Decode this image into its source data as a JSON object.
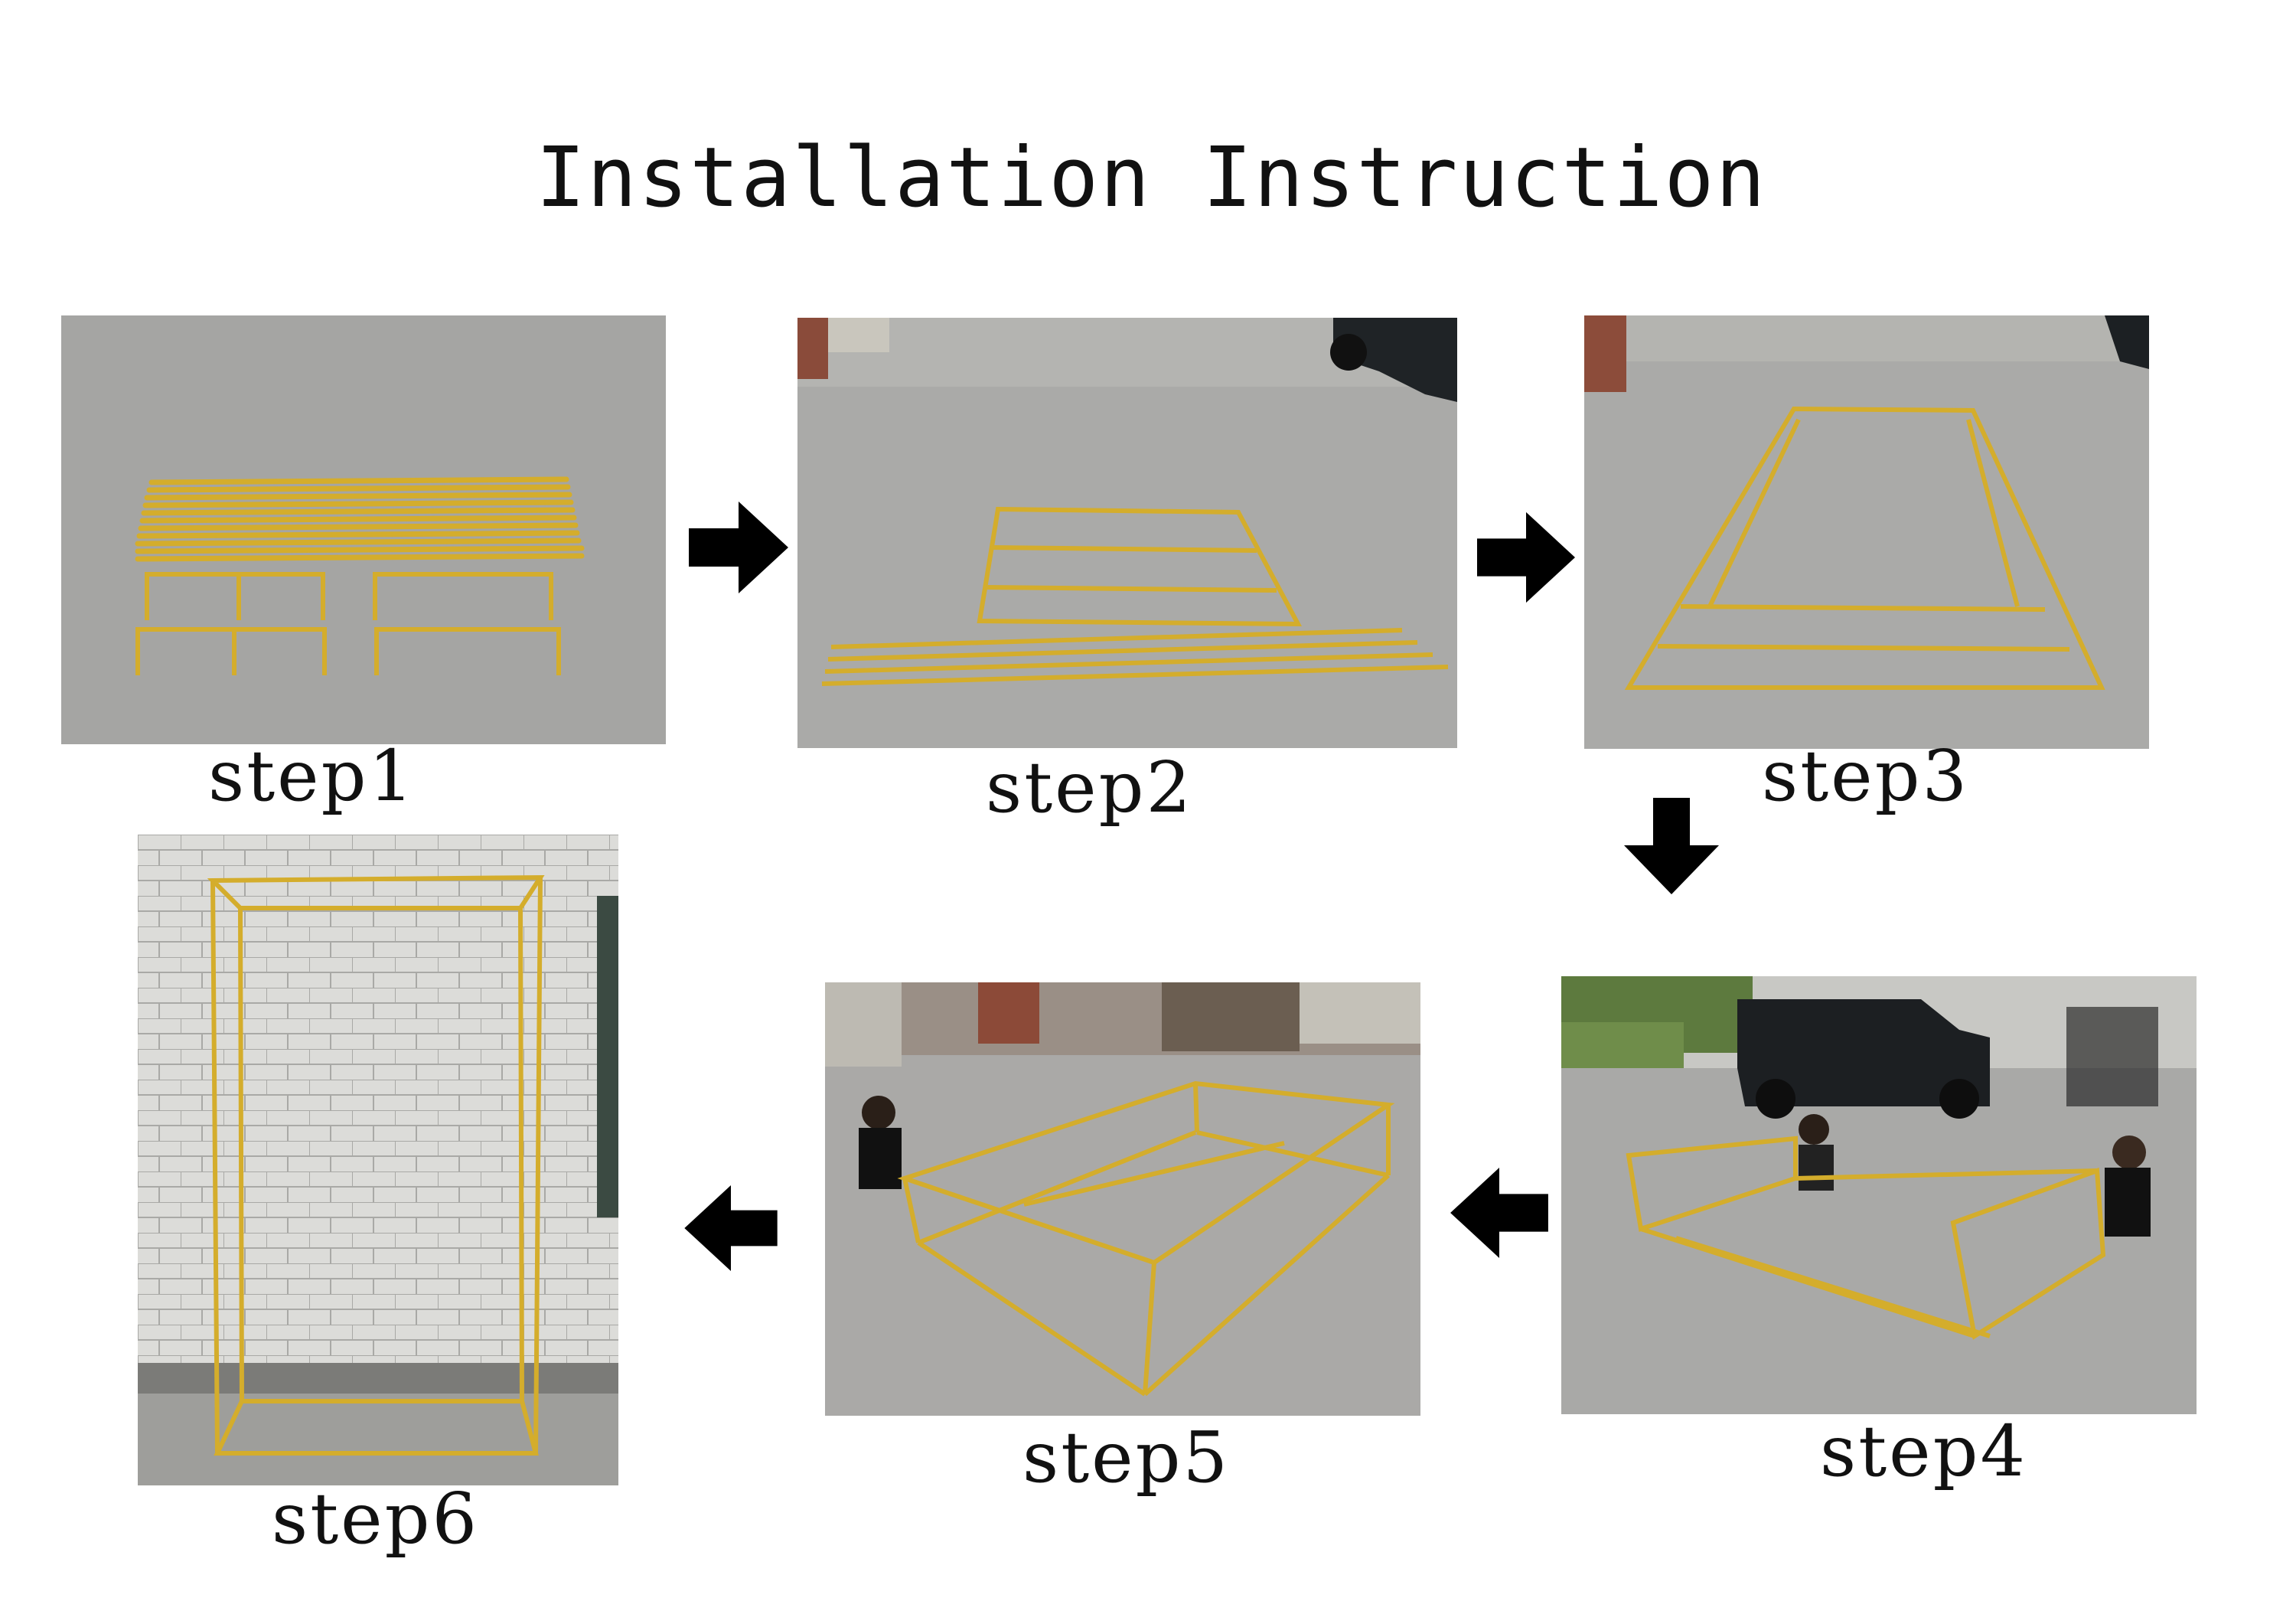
{
  "title": "Installation Instruction",
  "steps": [
    {
      "label": "step1"
    },
    {
      "label": "step2"
    },
    {
      "label": "step3"
    },
    {
      "label": "step4"
    },
    {
      "label": "step5"
    },
    {
      "label": "step6"
    }
  ],
  "colors": {
    "frame_gold": "#d4ad2c",
    "ground_concrete": "#a9a9a7",
    "arrow": "#000000",
    "brick_wall": "#d9d9d6"
  },
  "icons": {
    "arrow_right": "arrow-right-icon",
    "arrow_down": "arrow-down-icon",
    "arrow_left": "arrow-left-icon"
  }
}
